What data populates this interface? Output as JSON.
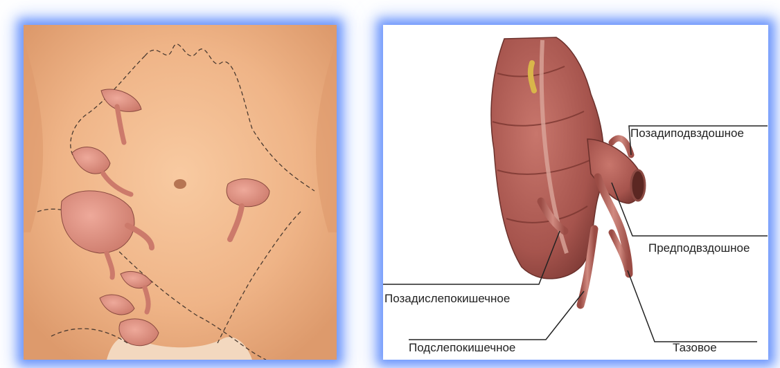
{
  "diagram": {
    "labels": {
      "retroileal": "Позадиподвздошное",
      "preileal": "Предподвздошное",
      "retrocecal": "Позадислепокишечное",
      "subcecal": "Подслепокишечное",
      "pelvic": "Тазовое"
    }
  },
  "colors": {
    "panel_glow": "#5f8cfa",
    "skin": "#efb487",
    "organ": "#a6544d",
    "appendix_small": "#d9897a",
    "leader_line": "#222222"
  }
}
